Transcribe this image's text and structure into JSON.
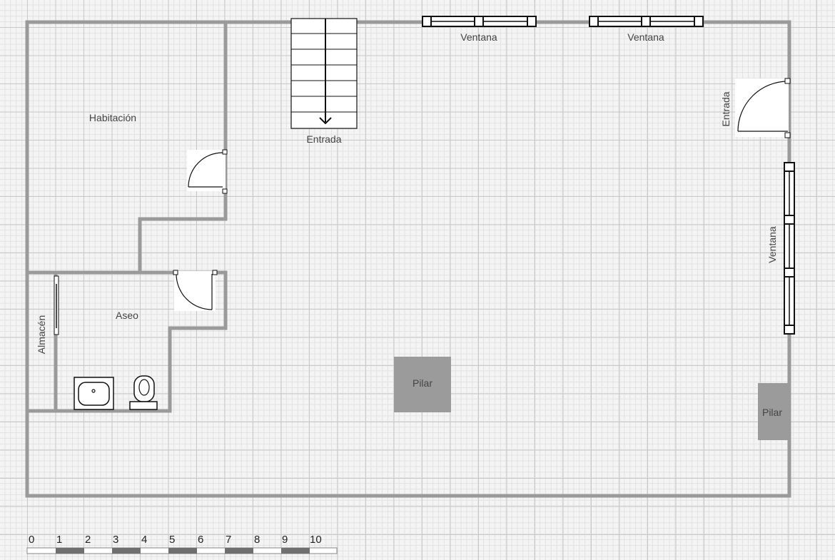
{
  "colors": {
    "wall": "#9a9a9a",
    "pillar": "#9b9b9b",
    "line": "#111111",
    "label": "#444444"
  },
  "rooms": {
    "habitacion": "Habitación",
    "aseo": "Aseo",
    "almacen": "Almacén"
  },
  "entrances": {
    "stairs": "Entrada",
    "right": "Entrada"
  },
  "windows": {
    "top_left": "Ventana",
    "top_right": "Ventana",
    "right": "Ventana"
  },
  "pillars": {
    "center": "Pilar",
    "right": "Pilar"
  },
  "scale": {
    "labels": [
      "0",
      "1",
      "2",
      "3",
      "4",
      "5",
      "6",
      "7",
      "8",
      "9",
      "10"
    ]
  },
  "icons": {
    "door": "door-swing-icon",
    "sink": "sink-icon",
    "toilet": "toilet-icon",
    "stairs": "stairs-icon"
  }
}
